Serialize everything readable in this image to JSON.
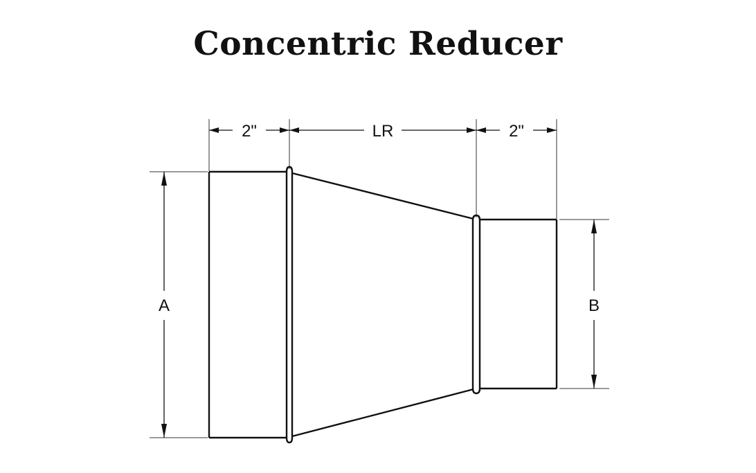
{
  "title": "Concentric Reducer",
  "dimensions": {
    "left_collar": "2\"",
    "reducer_length": "LR",
    "right_collar": "2\"",
    "large_diameter": "A",
    "small_diameter": "B"
  },
  "colors": {
    "line": "#111111",
    "background": "#ffffff"
  }
}
